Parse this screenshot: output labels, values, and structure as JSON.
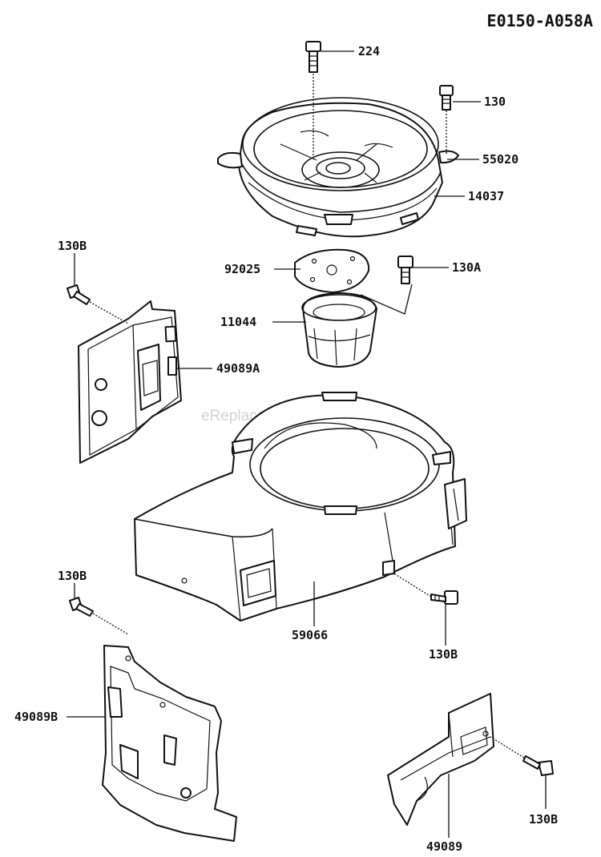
{
  "diagram_code": "E0150-A058A",
  "watermark": "eReplacementParts.com",
  "callouts": {
    "c224": "224",
    "c130": "130",
    "c55020": "55020",
    "c14037": "14037",
    "c92025": "92025",
    "c130A": "130A",
    "c11044": "11044",
    "c130B_top": "130B",
    "c49089A": "49089A",
    "c130B_left": "130B",
    "c59066": "59066",
    "c130B_right": "130B",
    "c49089B": "49089B",
    "c49089": "49089",
    "c130B_bottom": "130B"
  }
}
